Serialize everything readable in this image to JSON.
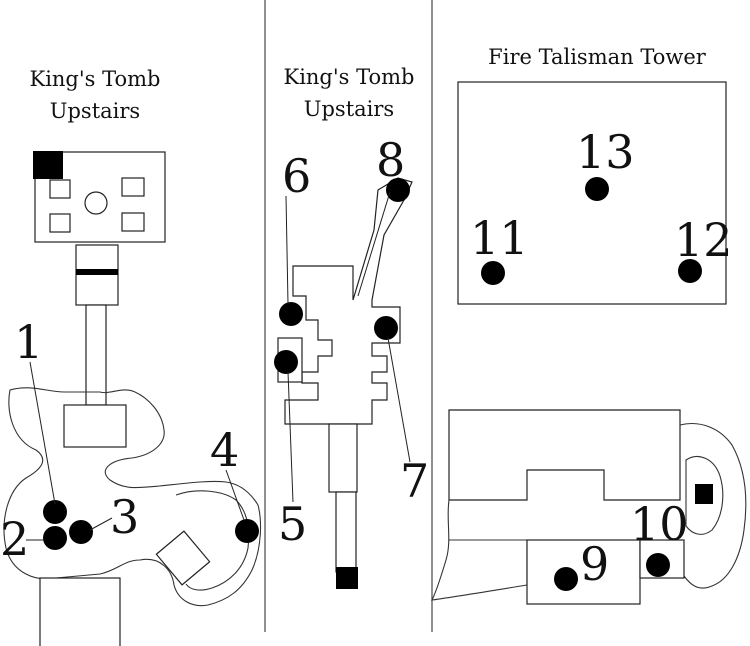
{
  "panels": {
    "left": {
      "title_line1": "King's Tomb",
      "title_line2": "Upstairs"
    },
    "middle": {
      "title_line1": "King's Tomb",
      "title_line2": "Upstairs"
    },
    "right": {
      "title": "Fire Talisman Tower"
    }
  },
  "markers": {
    "m1": "1",
    "m2": "2",
    "m3": "3",
    "m4": "4",
    "m5": "5",
    "m6": "6",
    "m7": "7",
    "m8": "8",
    "m9": "9",
    "m10": "10",
    "m11": "11",
    "m12": "12",
    "m13": "13"
  },
  "colors": {
    "ink": "#000000",
    "line": "#222222",
    "paper": "#ffffff"
  }
}
